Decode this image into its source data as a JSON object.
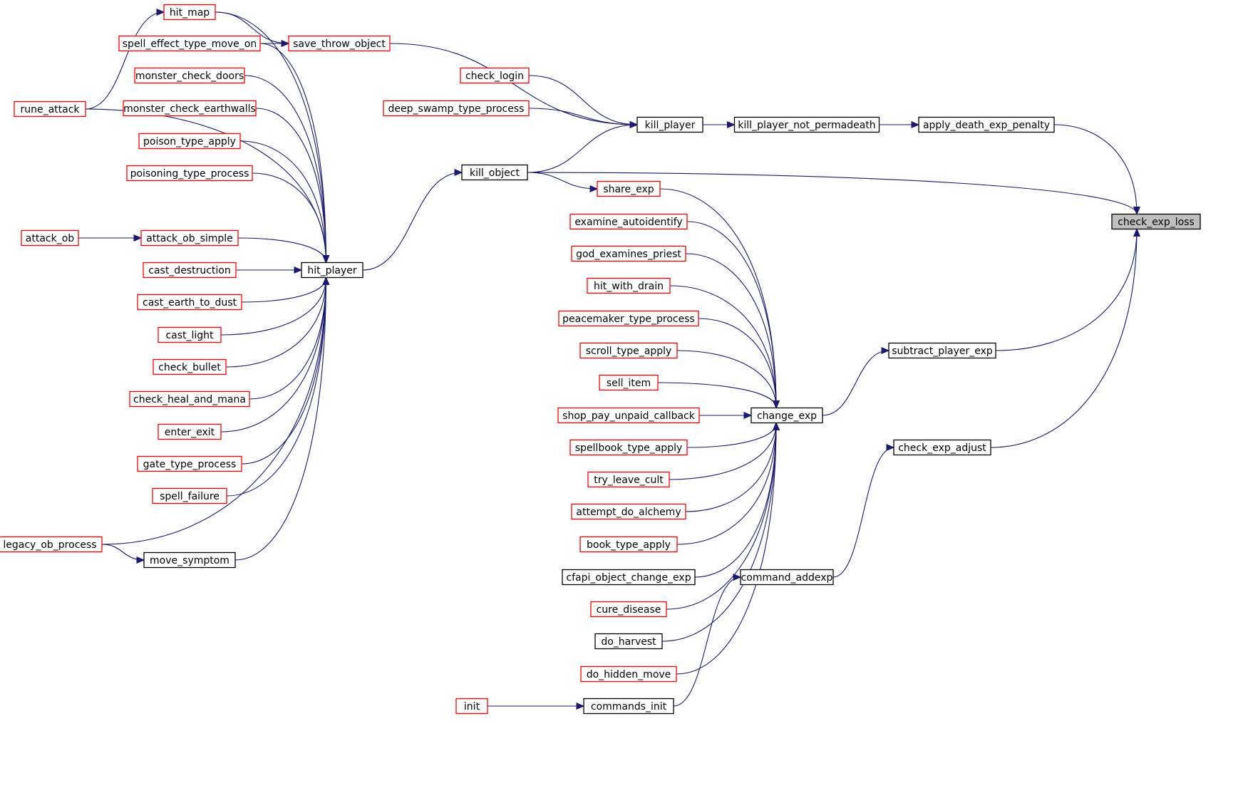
{
  "graph": {
    "title": "",
    "nodes": [
      {
        "id": "check_exp_loss",
        "label": "check_exp_loss",
        "style": "selected"
      },
      {
        "id": "apply_death_exp_penalty",
        "label": "apply_death_exp_penalty",
        "style": "black"
      },
      {
        "id": "kill_player_not_permadeath",
        "label": "kill_player_not_permadeath",
        "style": "black"
      },
      {
        "id": "kill_player",
        "label": "kill_player",
        "style": "black"
      },
      {
        "id": "check_login",
        "label": "check_login",
        "style": "red"
      },
      {
        "id": "deep_swamp_type_process",
        "label": "deep_swamp_type_process",
        "style": "red"
      },
      {
        "id": "kill_object",
        "label": "kill_object",
        "style": "black"
      },
      {
        "id": "save_throw_object",
        "label": "save_throw_object",
        "style": "red"
      },
      {
        "id": "hit_map",
        "label": "hit_map",
        "style": "red"
      },
      {
        "id": "spell_effect_type_move_on",
        "label": "spell_effect_type_move_on",
        "style": "red"
      },
      {
        "id": "rune_attack",
        "label": "rune_attack",
        "style": "red"
      },
      {
        "id": "monster_check_doors",
        "label": "monster_check_doors",
        "style": "red"
      },
      {
        "id": "monster_check_earthwalls",
        "label": "monster_check_earthwalls",
        "style": "red"
      },
      {
        "id": "poison_type_apply",
        "label": "poison_type_apply",
        "style": "red"
      },
      {
        "id": "poisoning_type_process",
        "label": "poisoning_type_process",
        "style": "red"
      },
      {
        "id": "attack_ob",
        "label": "attack_ob",
        "style": "red"
      },
      {
        "id": "attack_ob_simple",
        "label": "attack_ob_simple",
        "style": "red"
      },
      {
        "id": "hit_player",
        "label": "hit_player",
        "style": "black"
      },
      {
        "id": "cast_destruction",
        "label": "cast_destruction",
        "style": "red"
      },
      {
        "id": "cast_earth_to_dust",
        "label": "cast_earth_to_dust",
        "style": "red"
      },
      {
        "id": "cast_light",
        "label": "cast_light",
        "style": "red"
      },
      {
        "id": "check_bullet",
        "label": "check_bullet",
        "style": "red"
      },
      {
        "id": "check_heal_and_mana",
        "label": "check_heal_and_mana",
        "style": "red"
      },
      {
        "id": "enter_exit",
        "label": "enter_exit",
        "style": "red"
      },
      {
        "id": "gate_type_process",
        "label": "gate_type_process",
        "style": "red"
      },
      {
        "id": "spell_failure",
        "label": "spell_failure",
        "style": "red"
      },
      {
        "id": "legacy_ob_process",
        "label": "legacy_ob_process",
        "style": "red"
      },
      {
        "id": "move_symptom",
        "label": "move_symptom",
        "style": "black"
      },
      {
        "id": "share_exp",
        "label": "share_exp",
        "style": "red"
      },
      {
        "id": "examine_autoidentify",
        "label": "examine_autoidentify",
        "style": "red"
      },
      {
        "id": "god_examines_priest",
        "label": "god_examines_priest",
        "style": "red"
      },
      {
        "id": "hit_with_drain",
        "label": "hit_with_drain",
        "style": "red"
      },
      {
        "id": "peacemaker_type_process",
        "label": "peacemaker_type_process",
        "style": "red"
      },
      {
        "id": "scroll_type_apply",
        "label": "scroll_type_apply",
        "style": "red"
      },
      {
        "id": "sell_item",
        "label": "sell_item",
        "style": "red"
      },
      {
        "id": "shop_pay_unpaid_callback",
        "label": "shop_pay_unpaid_callback",
        "style": "red"
      },
      {
        "id": "spellbook_type_apply",
        "label": "spellbook_type_apply",
        "style": "red"
      },
      {
        "id": "try_leave_cult",
        "label": "try_leave_cult",
        "style": "red"
      },
      {
        "id": "attempt_do_alchemy",
        "label": "attempt_do_alchemy",
        "style": "red"
      },
      {
        "id": "book_type_apply",
        "label": "book_type_apply",
        "style": "red"
      },
      {
        "id": "cfapi_object_change_exp",
        "label": "cfapi_object_change_exp",
        "style": "black"
      },
      {
        "id": "cure_disease",
        "label": "cure_disease",
        "style": "red"
      },
      {
        "id": "do_harvest",
        "label": "do_harvest",
        "style": "black"
      },
      {
        "id": "do_hidden_move",
        "label": "do_hidden_move",
        "style": "red"
      },
      {
        "id": "init",
        "label": "init",
        "style": "red"
      },
      {
        "id": "commands_init",
        "label": "commands_init",
        "style": "black"
      },
      {
        "id": "change_exp",
        "label": "change_exp",
        "style": "black"
      },
      {
        "id": "subtract_player_exp",
        "label": "subtract_player_exp",
        "style": "black"
      },
      {
        "id": "check_exp_adjust",
        "label": "check_exp_adjust",
        "style": "black"
      },
      {
        "id": "command_addexp",
        "label": "command_addexp",
        "style": "black"
      }
    ],
    "edges": [
      {
        "from": "apply_death_exp_penalty",
        "to": "check_exp_loss"
      },
      {
        "from": "kill_player_not_permadeath",
        "to": "apply_death_exp_penalty"
      },
      {
        "from": "kill_player",
        "to": "kill_player_not_permadeath"
      },
      {
        "from": "check_login",
        "to": "kill_player"
      },
      {
        "from": "deep_swamp_type_process",
        "to": "kill_player"
      },
      {
        "from": "save_throw_object",
        "to": "kill_player"
      },
      {
        "from": "kill_object",
        "to": "kill_player"
      },
      {
        "from": "kill_object",
        "to": "check_exp_loss"
      },
      {
        "from": "kill_object",
        "to": "share_exp"
      },
      {
        "from": "hit_player",
        "to": "kill_object"
      },
      {
        "from": "hit_map",
        "to": "save_throw_object"
      },
      {
        "from": "spell_effect_type_move_on",
        "to": "save_throw_object"
      },
      {
        "from": "rune_attack",
        "to": "hit_map"
      },
      {
        "from": "hit_map",
        "to": "hit_player"
      },
      {
        "from": "spell_effect_type_move_on",
        "to": "hit_player"
      },
      {
        "from": "monster_check_doors",
        "to": "hit_player"
      },
      {
        "from": "monster_check_earthwalls",
        "to": "hit_player"
      },
      {
        "from": "poison_type_apply",
        "to": "hit_player"
      },
      {
        "from": "poisoning_type_process",
        "to": "hit_player"
      },
      {
        "from": "rune_attack",
        "to": "hit_player"
      },
      {
        "from": "attack_ob",
        "to": "attack_ob_simple"
      },
      {
        "from": "attack_ob_simple",
        "to": "hit_player"
      },
      {
        "from": "cast_destruction",
        "to": "hit_player"
      },
      {
        "from": "cast_earth_to_dust",
        "to": "hit_player"
      },
      {
        "from": "cast_light",
        "to": "hit_player"
      },
      {
        "from": "check_bullet",
        "to": "hit_player"
      },
      {
        "from": "check_heal_and_mana",
        "to": "hit_player"
      },
      {
        "from": "enter_exit",
        "to": "hit_player"
      },
      {
        "from": "gate_type_process",
        "to": "hit_player"
      },
      {
        "from": "spell_failure",
        "to": "hit_player"
      },
      {
        "from": "legacy_ob_process",
        "to": "hit_player"
      },
      {
        "from": "move_symptom",
        "to": "hit_player"
      },
      {
        "from": "legacy_ob_process",
        "to": "move_symptom"
      },
      {
        "from": "share_exp",
        "to": "change_exp"
      },
      {
        "from": "examine_autoidentify",
        "to": "change_exp"
      },
      {
        "from": "god_examines_priest",
        "to": "change_exp"
      },
      {
        "from": "hit_with_drain",
        "to": "change_exp"
      },
      {
        "from": "peacemaker_type_process",
        "to": "change_exp"
      },
      {
        "from": "scroll_type_apply",
        "to": "change_exp"
      },
      {
        "from": "sell_item",
        "to": "change_exp"
      },
      {
        "from": "shop_pay_unpaid_callback",
        "to": "change_exp"
      },
      {
        "from": "spellbook_type_apply",
        "to": "change_exp"
      },
      {
        "from": "try_leave_cult",
        "to": "change_exp"
      },
      {
        "from": "attempt_do_alchemy",
        "to": "change_exp"
      },
      {
        "from": "book_type_apply",
        "to": "change_exp"
      },
      {
        "from": "cfapi_object_change_exp",
        "to": "change_exp"
      },
      {
        "from": "cure_disease",
        "to": "change_exp"
      },
      {
        "from": "do_harvest",
        "to": "change_exp"
      },
      {
        "from": "do_hidden_move",
        "to": "change_exp"
      },
      {
        "from": "change_exp",
        "to": "subtract_player_exp"
      },
      {
        "from": "subtract_player_exp",
        "to": "check_exp_loss"
      },
      {
        "from": "check_exp_adjust",
        "to": "check_exp_loss"
      },
      {
        "from": "command_addexp",
        "to": "check_exp_adjust"
      },
      {
        "from": "commands_init",
        "to": "command_addexp"
      },
      {
        "from": "init",
        "to": "commands_init"
      }
    ],
    "colors": {
      "edge": "#191970",
      "red_border": "#ff0000",
      "black_border": "#000000",
      "selected_fill": "#bfbfbf"
    }
  }
}
